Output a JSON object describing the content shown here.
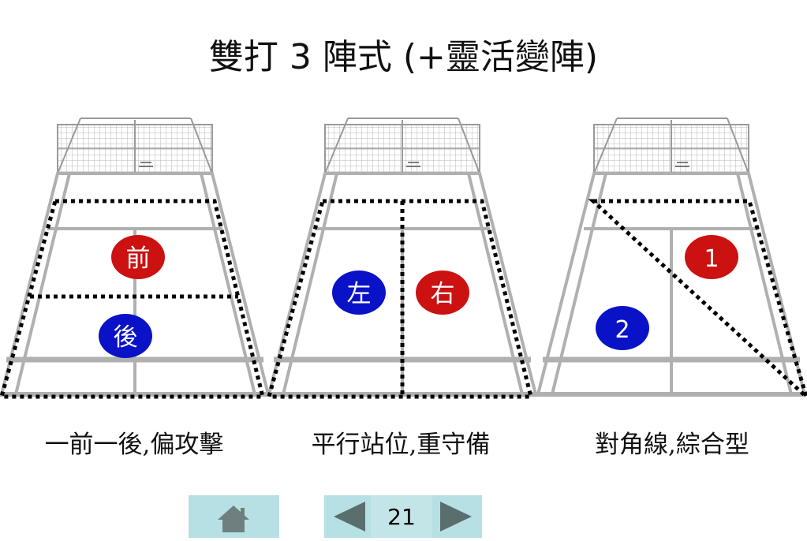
{
  "title": "雙打 3 陣式  (+靈活變陣)",
  "formations": [
    {
      "caption": "一前一後,偏攻擊",
      "players": [
        {
          "label": "前",
          "color": "#cc1111"
        },
        {
          "label": "後",
          "color": "#0a12c8"
        }
      ]
    },
    {
      "caption": "平行站位,重守備",
      "players": [
        {
          "label": "左",
          "color": "#0a12c8"
        },
        {
          "label": "右",
          "color": "#cc1111"
        }
      ]
    },
    {
      "caption": "對角線,綜合型",
      "players": [
        {
          "label": "1",
          "color": "#cc1111"
        },
        {
          "label": "2",
          "color": "#0a12c8"
        }
      ]
    }
  ],
  "nav": {
    "home_icon": "home-icon",
    "prev_icon": "triangle-left-icon",
    "next_icon": "triangle-right-icon",
    "page_number": "21"
  },
  "colors": {
    "court_line": "#b0b0b0",
    "nav_bg": "#b7e0e4",
    "nav_arrow": "#5a6e6e",
    "dotted_line": "#000000"
  }
}
